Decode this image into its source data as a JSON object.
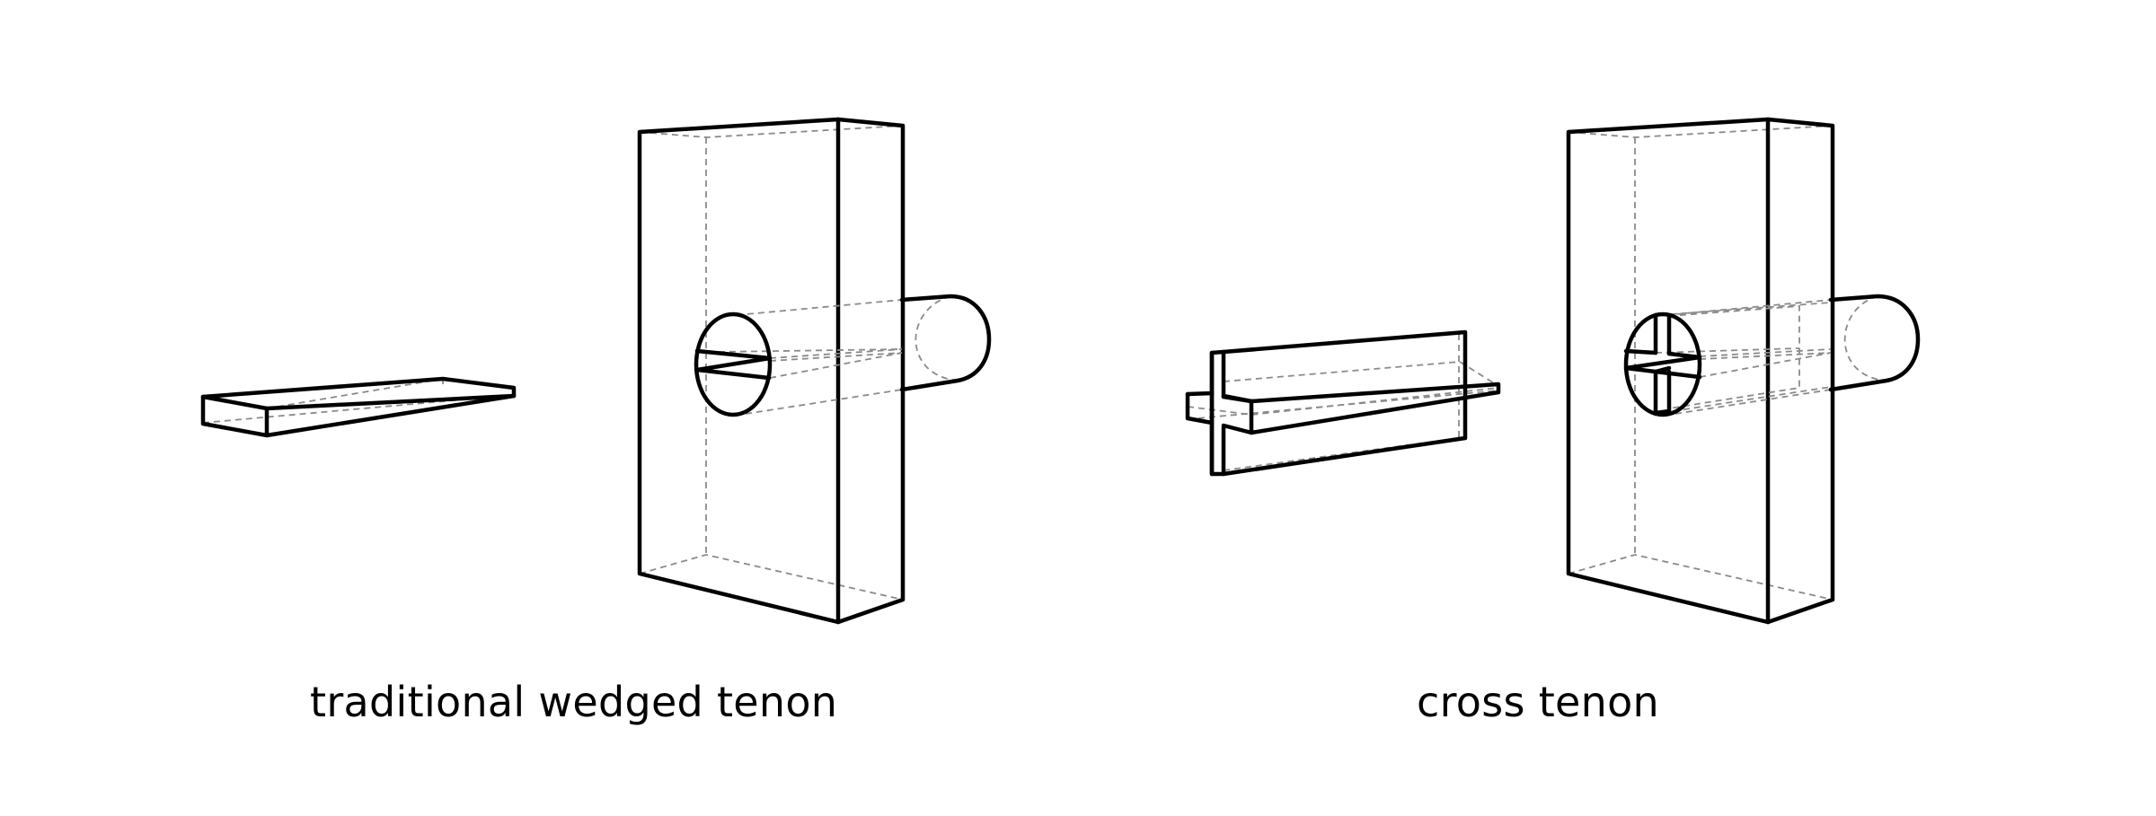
{
  "figure": {
    "background": "#ffffff",
    "line_color": "#000000",
    "hidden_line_color": "#8a8a8a"
  },
  "panels": [
    {
      "id": "left",
      "label": "traditional wedged tenon",
      "parts": [
        "single wedge",
        "mortised post with round through-tenon",
        "single kerf in tenon end"
      ]
    },
    {
      "id": "right",
      "label": "cross tenon",
      "parts": [
        "cross-shaped double wedge",
        "mortised post with round through-tenon",
        "cross kerf in tenon end"
      ]
    }
  ]
}
